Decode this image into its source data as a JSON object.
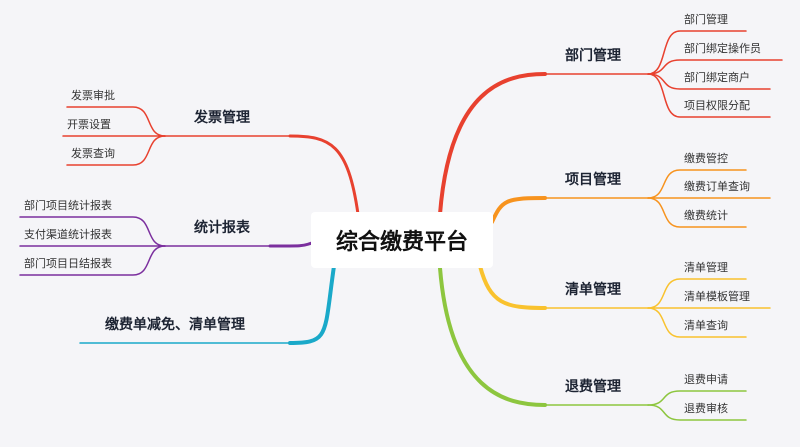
{
  "root": {
    "label": "综合缴费平台"
  },
  "branches": [
    {
      "label": "部门管理",
      "color": "#e8412f",
      "children": [
        "部门管理",
        "部门绑定操作员",
        "部门绑定商户",
        "项目权限分配"
      ]
    },
    {
      "label": "项目管理",
      "color": "#f7931e",
      "children": [
        "缴费管控",
        "缴费订单查询",
        "缴费统计"
      ]
    },
    {
      "label": "清单管理",
      "color": "#f9c22e",
      "children": [
        "清单管理",
        "清单模板管理",
        "清单查询"
      ]
    },
    {
      "label": "退费管理",
      "color": "#8dc63f",
      "children": [
        "退费申请",
        "退费审核"
      ]
    },
    {
      "label": "发票管理",
      "color": "#e8412f",
      "children": [
        "发票审批",
        "开票设置",
        "发票查询"
      ]
    },
    {
      "label": "统计报表",
      "color": "#7b2f9e",
      "children": [
        "部门项目统计报表",
        "支付渠道统计报表",
        "部门项目日结报表"
      ]
    },
    {
      "label": "缴费单减免、清单管理",
      "color": "#1aa9c9",
      "children": []
    }
  ]
}
